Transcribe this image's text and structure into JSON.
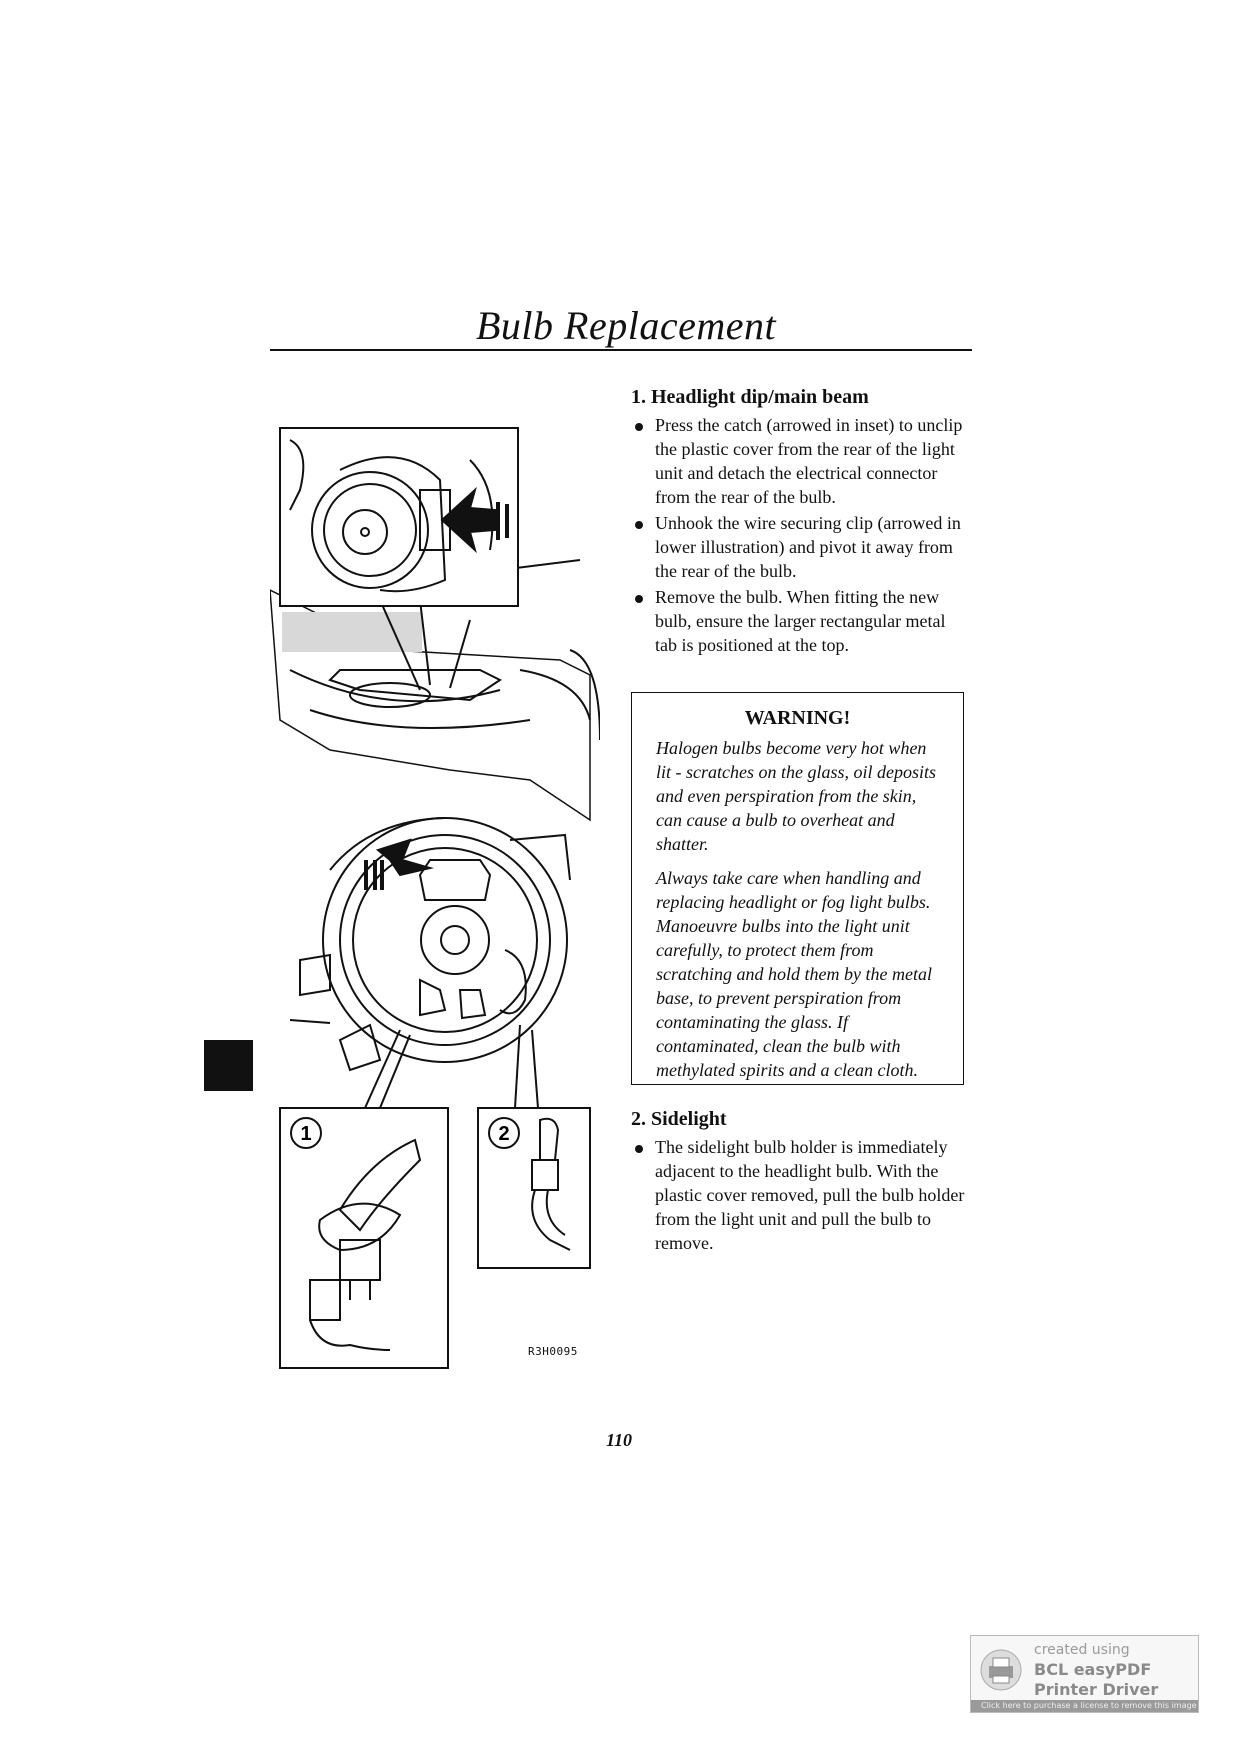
{
  "title": "Bulb Replacement",
  "sections": [
    {
      "heading": "1. Headlight dip/main beam",
      "bullets": [
        "Press the catch (arrowed in inset) to unclip the plastic cover from the rear of the light unit and detach the electrical connector from the rear of the bulb.",
        "Unhook the wire securing clip (arrowed in lower illustration) and pivot it away from the rear of the bulb.",
        "Remove the bulb. When fitting the new bulb, ensure the larger rectangular metal tab is positioned at the top."
      ]
    },
    {
      "heading": "2. Sidelight",
      "bullets": [
        "The sidelight bulb holder is immediately adjacent to the headlight bulb. With the plastic cover removed, pull the bulb holder from the light unit and pull the bulb to remove."
      ]
    }
  ],
  "warning": {
    "title": "WARNING!",
    "paragraphs": [
      "Halogen bulbs become very hot when lit - scratches on the glass, oil deposits and even perspiration from the skin, can cause a bulb to overheat and shatter.",
      "Always take care when handling and replacing headlight or fog light bulbs. Manoeuvre bulbs into the light unit carefully, to protect them from scratching and hold them by the metal base, to prevent perspiration from contaminating the glass. If contaminated, clean the bulb with methylated spirits and a clean cloth."
    ]
  },
  "figure": {
    "callout_1": "1",
    "callout_2": "2",
    "code": "R3H0095"
  },
  "page_number": "110",
  "stamp": {
    "line1": "created using",
    "line2": "BCL easyPDF",
    "line3": "Printer Driver",
    "bar": "Click here to purchase a license to remove this image"
  }
}
